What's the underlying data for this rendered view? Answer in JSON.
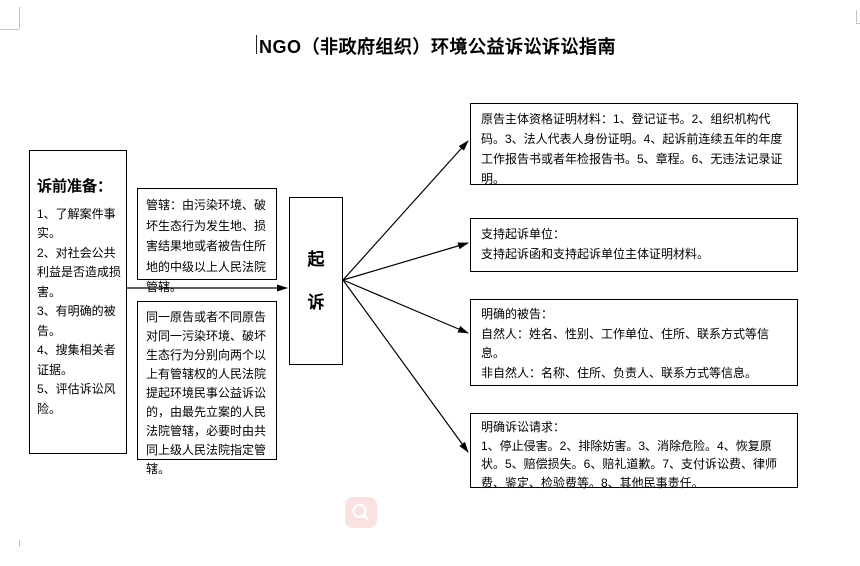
{
  "document": {
    "title": "NGO（非政府组织）环境公益诉讼诉讼指南"
  },
  "left_box": {
    "heading": "诉前准备：",
    "items": [
      "1、了解案件事实。",
      "2、对社会公共利益是否造成损害。",
      "3、有明确的被告。",
      "4、搜集相关者证据。",
      "5、评估诉讼风险。"
    ]
  },
  "jurisdiction_box_top": {
    "text": "管辖：由污染环境、破坏生态行为发生地、损害结果地或者被告住所地的中级以上人民法院管辖。"
  },
  "jurisdiction_box_bottom": {
    "text": "同一原告或者不同原告对同一污染环境、破坏生态行为分别向两个以上有管辖权的人民法院提起环境民事公益诉讼的，由最先立案的人民法院管辖，必要时由共同上级人民法院指定管辖。"
  },
  "filing_box": {
    "char1": "起",
    "char2": "诉"
  },
  "right_boxes": {
    "plaintiff_qualification": {
      "text": "原告主体资格证明材料：1、登记证书。2、组织机构代码。3、法人代表人身份证明。4、起诉前连续五年的年度工作报告书或者年检报告书。5、章程。6、无违法记录证明。"
    },
    "support_unit": {
      "heading": "支持起诉单位：",
      "text": "支持起诉函和支持起诉单位主体证明材料。"
    },
    "defendant": {
      "heading": "明确的被告：",
      "line_natural": "自然人：姓名、性别、工作单位、住所、联系方式等信息。",
      "line_non_natural": "非自然人：名称、住所、负责人、联系方式等信息。"
    },
    "claims": {
      "heading": "明确诉讼请求：",
      "text": "1、停止侵害。2、排除妨害。3、消除危险。4、恢复原状。5、赔偿损失。6、赔礼道歉。7、支付诉讼费、律师费、鉴定、检验费等。8、其他民事责任。"
    }
  },
  "colors": {
    "box_border": "#000000",
    "arrow": "#000000",
    "crop_mark": "#c3c3c3",
    "magnifier_bg": "#f8d9d9"
  }
}
